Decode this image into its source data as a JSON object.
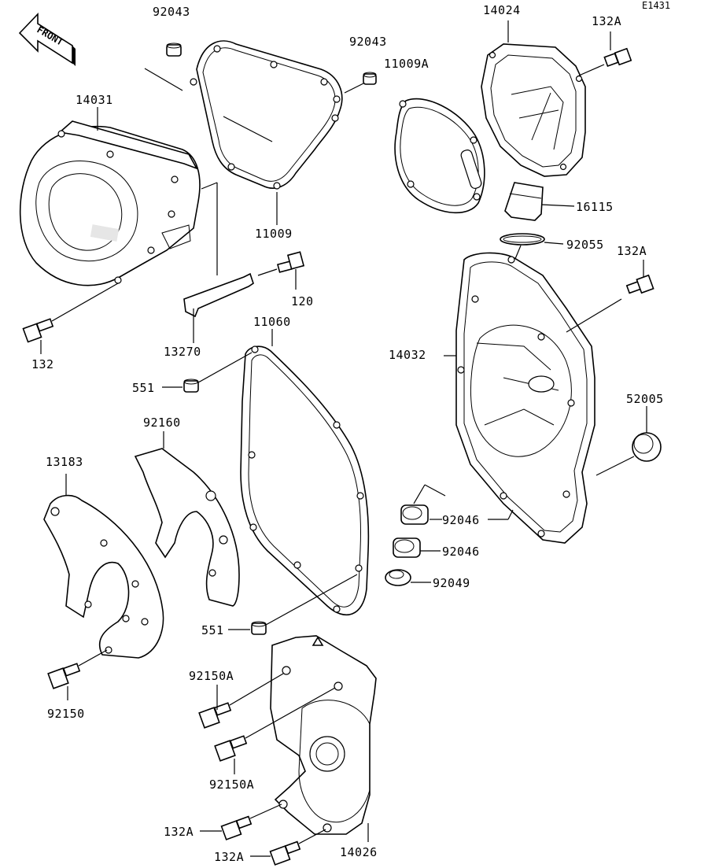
{
  "diagram": {
    "code": "E1431",
    "front_label": "FRONT",
    "labels": [
      {
        "id": "p92043a",
        "text": "92043"
      },
      {
        "id": "p14024",
        "text": "14024"
      },
      {
        "id": "p132A_top",
        "text": "132A"
      },
      {
        "id": "p92043b",
        "text": "92043"
      },
      {
        "id": "p11009A",
        "text": "11009A"
      },
      {
        "id": "p14031",
        "text": "14031"
      },
      {
        "id": "p16115",
        "text": "16115"
      },
      {
        "id": "p11009",
        "text": "11009"
      },
      {
        "id": "p92055",
        "text": "92055"
      },
      {
        "id": "p132A_mid",
        "text": "132A"
      },
      {
        "id": "p120",
        "text": "120"
      },
      {
        "id": "p11060",
        "text": "11060"
      },
      {
        "id": "p13270",
        "text": "13270"
      },
      {
        "id": "p14032",
        "text": "14032"
      },
      {
        "id": "p132",
        "text": "132"
      },
      {
        "id": "p551_top",
        "text": "551"
      },
      {
        "id": "p52005",
        "text": "52005"
      },
      {
        "id": "p92160",
        "text": "92160"
      },
      {
        "id": "p13183",
        "text": "13183"
      },
      {
        "id": "p92046a",
        "text": "92046"
      },
      {
        "id": "p92046b",
        "text": "92046"
      },
      {
        "id": "p92049",
        "text": "92049"
      },
      {
        "id": "p551_bot",
        "text": "551"
      },
      {
        "id": "p92150A_top",
        "text": "92150A"
      },
      {
        "id": "p92150",
        "text": "92150"
      },
      {
        "id": "p92150A_bot",
        "text": "92150A"
      },
      {
        "id": "p132A_b1",
        "text": "132A"
      },
      {
        "id": "p132A_b2",
        "text": "132A"
      },
      {
        "id": "p14026",
        "text": "14026"
      }
    ]
  }
}
